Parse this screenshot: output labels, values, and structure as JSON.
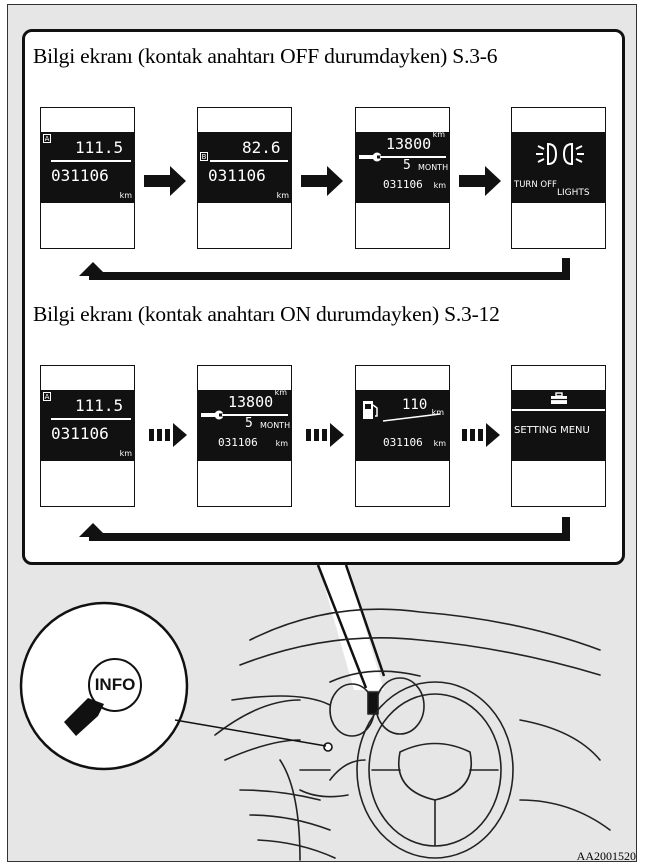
{
  "headings": {
    "off": "Bilgi ekranı (kontak anahtarı OFF durumdayken) S.3-6",
    "on": "Bilgi ekranı (kontak anahtarı ON durumdayken) S.3-12"
  },
  "off_screens": [
    {
      "kind": "trip",
      "badge": "A",
      "top": "111.5",
      "bottom": "031106",
      "unit": "km"
    },
    {
      "kind": "trip",
      "badge": "B",
      "top": "82.6",
      "bottom": "031106",
      "unit": "km"
    },
    {
      "kind": "service",
      "top": "13800",
      "top_unit": "km",
      "months": "5",
      "months_label": "MONTH",
      "bottom": "031106",
      "unit": "km"
    },
    {
      "kind": "lights",
      "line1": "TURN OFF",
      "line2": "LIGHTS"
    }
  ],
  "on_screens": [
    {
      "kind": "trip",
      "badge": "A",
      "top": "111.5",
      "bottom": "031106",
      "unit": "km"
    },
    {
      "kind": "service",
      "top": "13800",
      "top_unit": "km",
      "months": "5",
      "months_label": "MONTH",
      "bottom": "031106",
      "unit": "km"
    },
    {
      "kind": "range",
      "value": "110",
      "value_unit": "km",
      "bottom": "031106",
      "unit": "km"
    },
    {
      "kind": "menu",
      "label": "SETTING MENU"
    }
  ],
  "info_button": {
    "label": "INFO"
  },
  "figure_code": "AA2001520",
  "icons": [
    "wrench-icon",
    "headlight-icon",
    "fuel-pump-icon",
    "toolbox-icon",
    "arrow-right-icon",
    "dashed-arrow-right-icon",
    "return-arrow-icon",
    "hand-pointer-icon"
  ],
  "colors": {
    "panel": "#ffffff",
    "background": "#e6e6e6",
    "screen": "#111111",
    "ink": "#000000"
  }
}
